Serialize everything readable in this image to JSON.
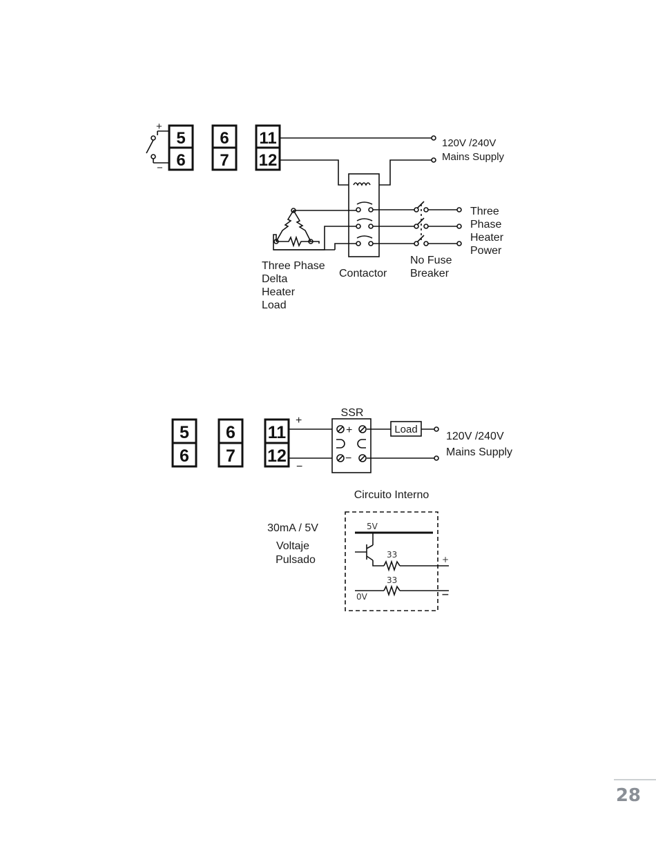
{
  "diagram1": {
    "terminals": [
      "5",
      "6",
      "6",
      "7",
      "11",
      "12"
    ],
    "input_plus": "+",
    "input_minus": "−",
    "supply_line1": "120V /240V",
    "supply_line2": "Mains Supply",
    "delta_label": [
      "Three Phase",
      "Delta",
      "Heater",
      "Load"
    ],
    "contactor_label": "Contactor",
    "breaker_label": [
      "No Fuse",
      "Breaker"
    ],
    "power_label": [
      "Three",
      "Phase",
      "Heater",
      "Power"
    ]
  },
  "diagram2": {
    "terminals": [
      "5",
      "6",
      "6",
      "7",
      "11",
      "12"
    ],
    "plus": "+",
    "minus": "−",
    "ssr_label": "SSR",
    "ssr_plus": "+",
    "ssr_minus": "−",
    "load_label": "Load",
    "supply_line1": "120V /240V",
    "supply_line2": "Mains Supply"
  },
  "internal_circuit": {
    "title": "Circuito Interno",
    "rating": "30mA / 5V",
    "type_line1": "Voltaje",
    "type_line2": "Pulsado",
    "v5_label": "5V",
    "r1_label": "33",
    "r2_label": "33",
    "v0_label": "0V",
    "out_plus": "+",
    "out_minus": "−"
  },
  "page_number": "28"
}
